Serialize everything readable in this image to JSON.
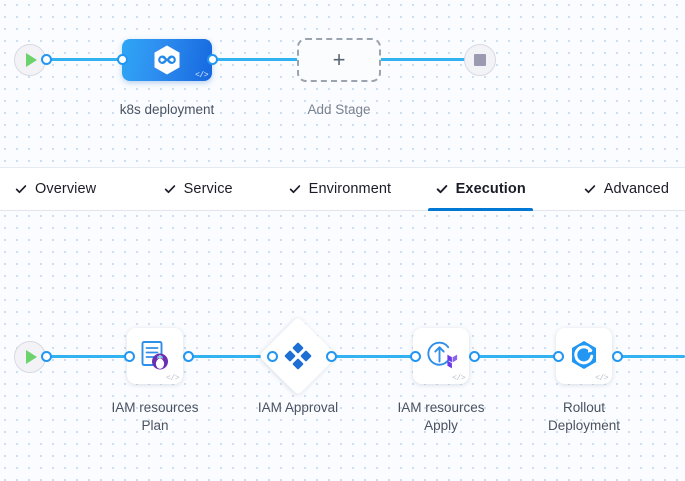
{
  "stage_canvas": {
    "start_node": {
      "name": "pipeline-start",
      "icon": "play-icon"
    },
    "end_node": {
      "name": "pipeline-end",
      "icon": "stop-icon"
    },
    "stages": [
      {
        "label": "k8s deployment",
        "icon": "harness-cd-hexagon-icon",
        "badge": "</>",
        "selected": true
      },
      {
        "label": "Add Stage",
        "icon": "plus-icon",
        "selected": false
      }
    ]
  },
  "tabs": [
    {
      "label": "Overview",
      "checked": true,
      "active": false
    },
    {
      "label": "Service",
      "checked": true,
      "active": false
    },
    {
      "label": "Environment",
      "checked": true,
      "active": false
    },
    {
      "label": "Execution",
      "checked": true,
      "active": true
    },
    {
      "label": "Advanced",
      "checked": true,
      "active": false
    }
  ],
  "step_canvas": {
    "start_node": {
      "name": "execution-start",
      "icon": "play-icon"
    },
    "steps": [
      {
        "label": "IAM resources\nPlan",
        "icon": "terraform-plan-icon",
        "badge": "</>",
        "shape": "card"
      },
      {
        "label": "IAM Approval",
        "icon": "approval-diamond-icon",
        "badge": "",
        "shape": "diamond"
      },
      {
        "label": "IAM resources\nApply",
        "icon": "terraform-apply-icon",
        "badge": "</>",
        "shape": "card"
      },
      {
        "label": "Rollout\nDeployment",
        "icon": "k8s-rollout-hexagon-icon",
        "badge": "</>",
        "shape": "card"
      }
    ]
  },
  "colors": {
    "connector": "#32b2f0",
    "port_stroke": "#2196f3",
    "accent": "#0278d5",
    "stage_gradient_from": "#2ea6f5",
    "stage_gradient_to": "#1668df",
    "canvas_bg": "#fafcff",
    "grid_dot": "#c9dcf0",
    "terraform_purple": "#5c4ee5",
    "k8s_blue": "#2196f3"
  }
}
